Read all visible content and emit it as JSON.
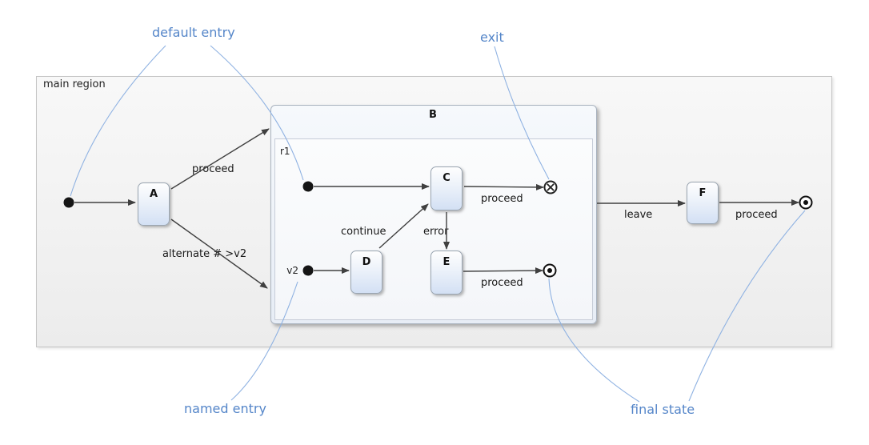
{
  "diagram": {
    "main_region_label": "main region",
    "composite_state": {
      "title": "B",
      "region_label": "r1"
    },
    "states": {
      "a": "A",
      "c": "C",
      "d": "D",
      "e": "E",
      "f": "F"
    },
    "entry_points": {
      "named_entry_label": "v2"
    },
    "transitions": {
      "a_to_b": "proceed",
      "a_to_v2": "alternate # >v2",
      "d_to_c": "continue",
      "c_to_e": "error",
      "c_to_exit": "proceed",
      "e_to_final": "proceed",
      "b_to_f": "leave",
      "f_to_final": "proceed"
    },
    "annotations": {
      "default_entry": "default entry",
      "exit": "exit",
      "named_entry": "named entry",
      "final_state": "final state"
    },
    "colors": {
      "annotation_text": "#5586c9",
      "leader_line": "#8fb2e2",
      "arrow_line": "#404040",
      "state_border": "#9aa5b1",
      "state_fill_bottom": "#d3e0f4",
      "composite_border": "#a9b3bf",
      "main_region_border": "#c5c5c5"
    }
  }
}
